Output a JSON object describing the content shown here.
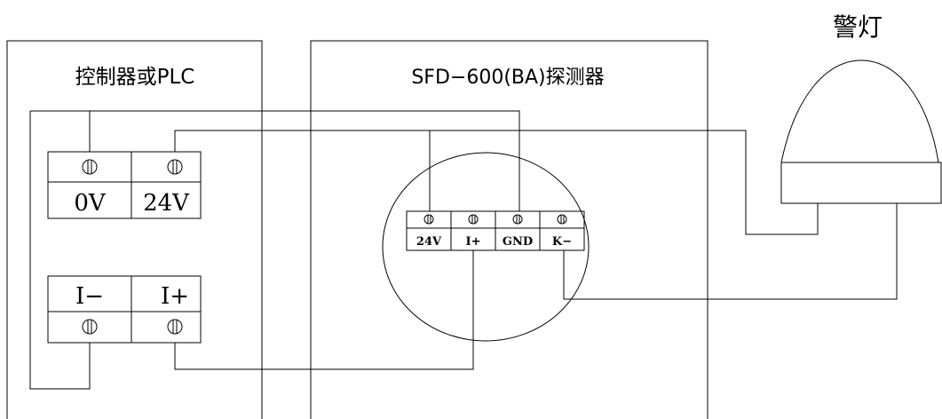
{
  "controller": {
    "title": "控制器或PLC",
    "top_terminals": [
      "0V",
      "24V"
    ],
    "bottom_terminals": [
      "I−",
      "I+"
    ]
  },
  "detector": {
    "title": "SFD−600(BA)探测器",
    "terminals": [
      "24V",
      "I+",
      "GND",
      "K−"
    ]
  },
  "lamp": {
    "title": "警灯"
  }
}
